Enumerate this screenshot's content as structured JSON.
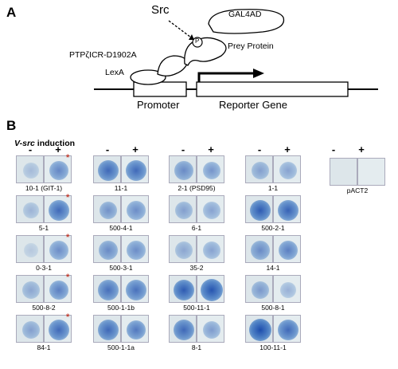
{
  "panel_a": {
    "letter": "A",
    "src": "Src",
    "gal4ad": "GAL4AD",
    "phospho": "P",
    "prey": "Prey Protein",
    "bait": "PTPζICR-D1902A",
    "lexa": "LexA",
    "promoter": "Promoter",
    "reporter": "Reporter Gene"
  },
  "panel_b": {
    "letter": "B",
    "induction_italic": "V-src",
    "induction_rest": " induction",
    "minus": "-",
    "plus": "+",
    "star": "*",
    "clones": [
      {
        "name": "10-1 (GIT-1)",
        "minus": {
          "intensity": 0.15
        },
        "plus": {
          "intensity": 0.55
        },
        "star": true
      },
      {
        "name": "5-1",
        "minus": {
          "intensity": 0.2
        },
        "plus": {
          "intensity": 0.75
        },
        "star": true
      },
      {
        "name": "0-3-1",
        "minus": {
          "intensity": 0.05
        },
        "plus": {
          "intensity": 0.5
        },
        "star": true
      },
      {
        "name": "500-8-2",
        "minus": {
          "intensity": 0.3
        },
        "plus": {
          "intensity": 0.6
        },
        "star": true
      },
      {
        "name": "84-1",
        "minus": {
          "intensity": 0.35
        },
        "plus": {
          "intensity": 0.75
        },
        "star": true
      },
      {
        "name": "11-1",
        "minus": {
          "intensity": 0.75
        },
        "plus": {
          "intensity": 0.75
        },
        "star": false
      },
      {
        "name": "500-4-1",
        "minus": {
          "intensity": 0.45
        },
        "plus": {
          "intensity": 0.5
        },
        "star": false
      },
      {
        "name": "500-3-1",
        "minus": {
          "intensity": 0.5
        },
        "plus": {
          "intensity": 0.5
        },
        "star": false
      },
      {
        "name": "500-1-1b",
        "minus": {
          "intensity": 0.7
        },
        "plus": {
          "intensity": 0.7
        },
        "star": false
      },
      {
        "name": "500-1-1a",
        "minus": {
          "intensity": 0.75
        },
        "plus": {
          "intensity": 0.65
        },
        "star": false
      },
      {
        "name": "2-1 (PSD95)",
        "minus": {
          "intensity": 0.5
        },
        "plus": {
          "intensity": 0.45
        },
        "star": false
      },
      {
        "name": "6-1",
        "minus": {
          "intensity": 0.35
        },
        "plus": {
          "intensity": 0.35
        },
        "star": false
      },
      {
        "name": "35-2",
        "minus": {
          "intensity": 0.3
        },
        "plus": {
          "intensity": 0.35
        },
        "star": false
      },
      {
        "name": "500-11-1",
        "minus": {
          "intensity": 0.85
        },
        "plus": {
          "intensity": 0.9
        },
        "star": false
      },
      {
        "name": "8-1",
        "minus": {
          "intensity": 0.75
        },
        "plus": {
          "intensity": 0.4
        },
        "star": false
      },
      {
        "name": "1-1",
        "minus": {
          "intensity": 0.35
        },
        "plus": {
          "intensity": 0.35
        },
        "star": false
      },
      {
        "name": "500-2-1",
        "minus": {
          "intensity": 0.85
        },
        "plus": {
          "intensity": 0.8
        },
        "star": false
      },
      {
        "name": "14-1",
        "minus": {
          "intensity": 0.5
        },
        "plus": {
          "intensity": 0.6
        },
        "star": false
      },
      {
        "name": "500-8-1",
        "minus": {
          "intensity": 0.4
        },
        "plus": {
          "intensity": 0.25
        },
        "star": false
      },
      {
        "name": "100-11-1",
        "minus": {
          "intensity": 0.95
        },
        "plus": {
          "intensity": 0.75
        },
        "star": false
      }
    ],
    "control": {
      "name": "pACT2",
      "minus": {
        "intensity": 0.0
      },
      "plus": {
        "intensity": 0.0
      },
      "star": false
    }
  },
  "colors": {
    "spot": "#1f5fae",
    "tile": "#e2eaee",
    "star": "#c0392b"
  }
}
